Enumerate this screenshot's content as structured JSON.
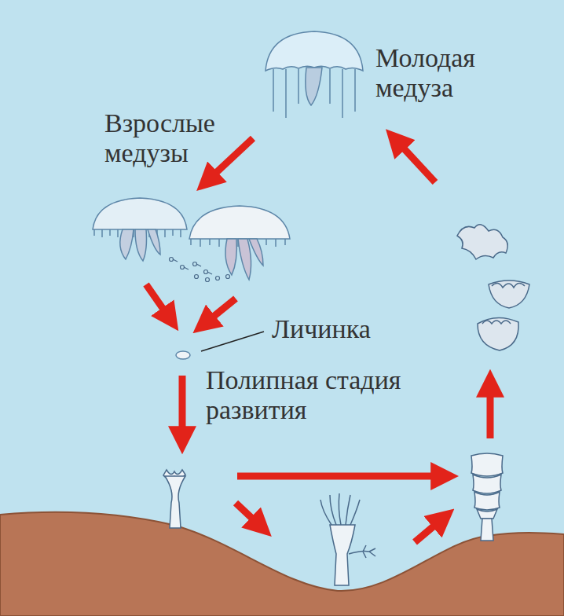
{
  "diagram": {
    "labels": [
      "Молодая медуза",
      "Взрослые медузы",
      "Личинка",
      "Полипная стадия развития"
    ]
  }
}
